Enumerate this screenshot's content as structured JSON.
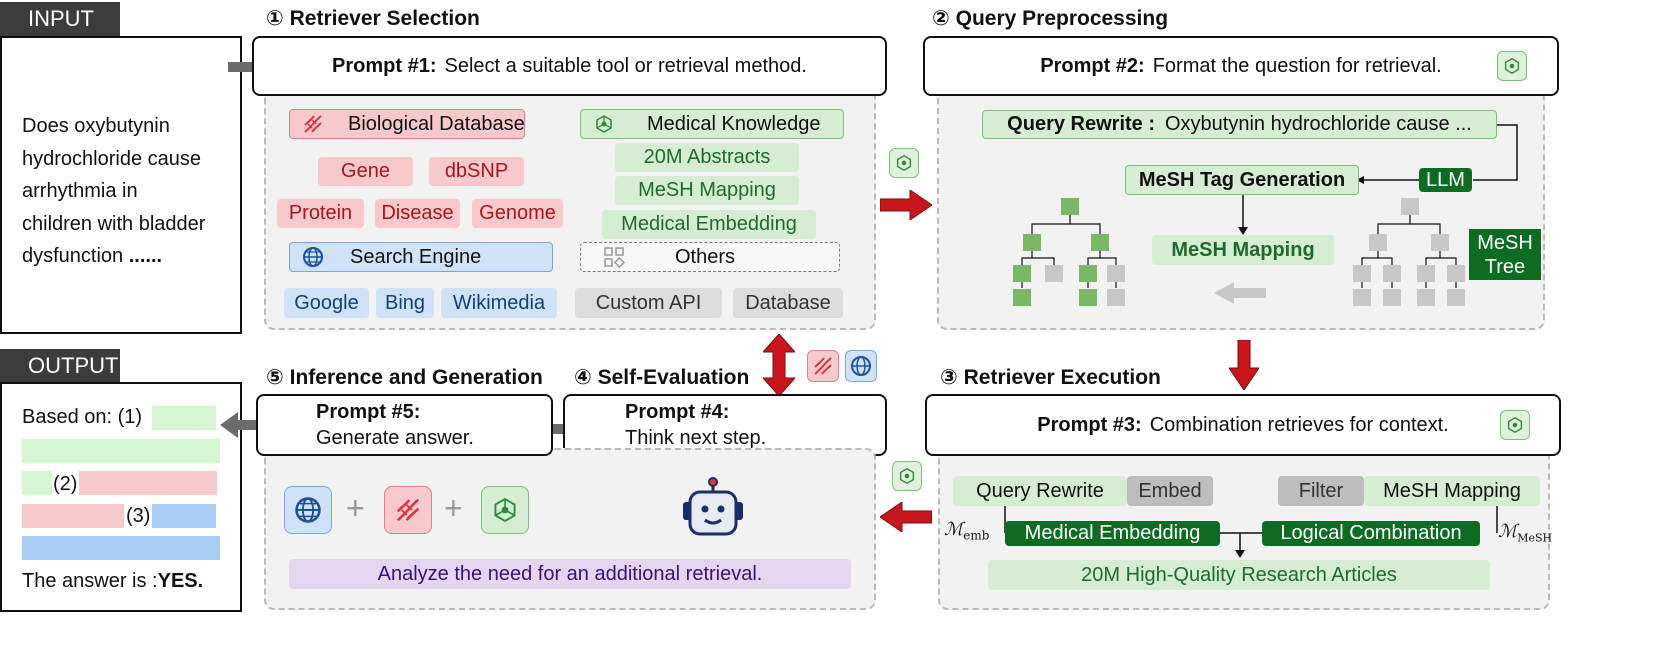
{
  "input": {
    "label": "INPUT",
    "lines": [
      "Does oxybutynin",
      "hydrochloride cause",
      "arrhythmia in",
      "children with bladder",
      "dysfunction"
    ],
    "ellipsis": "......"
  },
  "output": {
    "label": "OUTPUT",
    "based_on": "Based on: (1)",
    "m2": "(2)",
    "m3": "(3)",
    "answer_prefix": "The answer is :",
    "answer": "YES."
  },
  "s1": {
    "title": "① Retriever Selection",
    "prompt_label": "Prompt #1:",
    "prompt_text": "Select a suitable tool or retrieval method.",
    "bio_db": "Biological Database",
    "gene": "Gene",
    "dbsnp": "dbSNP",
    "protein": "Protein",
    "disease": "Disease",
    "genome": "Genome",
    "search_engine": "Search Engine",
    "google": "Google",
    "bing": "Bing",
    "wikimedia": "Wikimedia",
    "med_knowledge": "Medical Knowledge",
    "abstracts": "20M Abstracts",
    "mesh_mapping": "MeSH Mapping",
    "med_embedding": "Medical Embedding",
    "others": "Others",
    "custom_api": "Custom API",
    "database": "Database"
  },
  "s2": {
    "title": "② Query Preprocessing",
    "prompt_label": "Prompt #2:",
    "prompt_text": "Format the question for retrieval.",
    "qr_label": "Query Rewrite :",
    "qr_text": "Oxybutynin hydrochloride cause ...",
    "mesh_tag": "MeSH Tag Generation",
    "llm": "LLM",
    "mesh_mapping": "MeSH Mapping",
    "mesh_tree_1": "MeSH",
    "mesh_tree_2": "Tree"
  },
  "s3": {
    "title": "③ Retriever Execution",
    "prompt_label": "Prompt #3:",
    "prompt_text": "Combination retrieves for context.",
    "query_rewrite": "Query Rewrite",
    "embed": "Embed",
    "filter": "Filter",
    "mesh_mapping": "MeSH Mapping",
    "m_emb": "ℳ",
    "m_emb_sub": "emb",
    "m_mesh": "ℳ",
    "m_mesh_sub": "MeSH",
    "med_embedding": "Medical Embedding",
    "logical_combination": "Logical Combination",
    "articles": "20M High-Quality Research Articles"
  },
  "s4": {
    "title": "④ Self-Evaluation",
    "prompt_label": "Prompt #4:",
    "prompt_text": "Think next step."
  },
  "s5": {
    "title": "⑤ Inference and Generation",
    "prompt_label": "Prompt #5:",
    "prompt_text": "Generate answer.",
    "plus": "+",
    "analyze": "Analyze the need for an additional retrieval."
  },
  "colors": {
    "red_fill": "#f7c9cd",
    "green_fill": "#d6edd3",
    "blue_fill": "#cfe2f8",
    "dark_green": "#0d6b22",
    "arrow_red": "#c8161d",
    "arrow_gray": "#6b6b6b",
    "purple_fill": "#e3d6ee"
  },
  "icons": [
    "dna-icon",
    "globe-icon",
    "molecule-icon",
    "robot-icon",
    "grid-icon"
  ]
}
